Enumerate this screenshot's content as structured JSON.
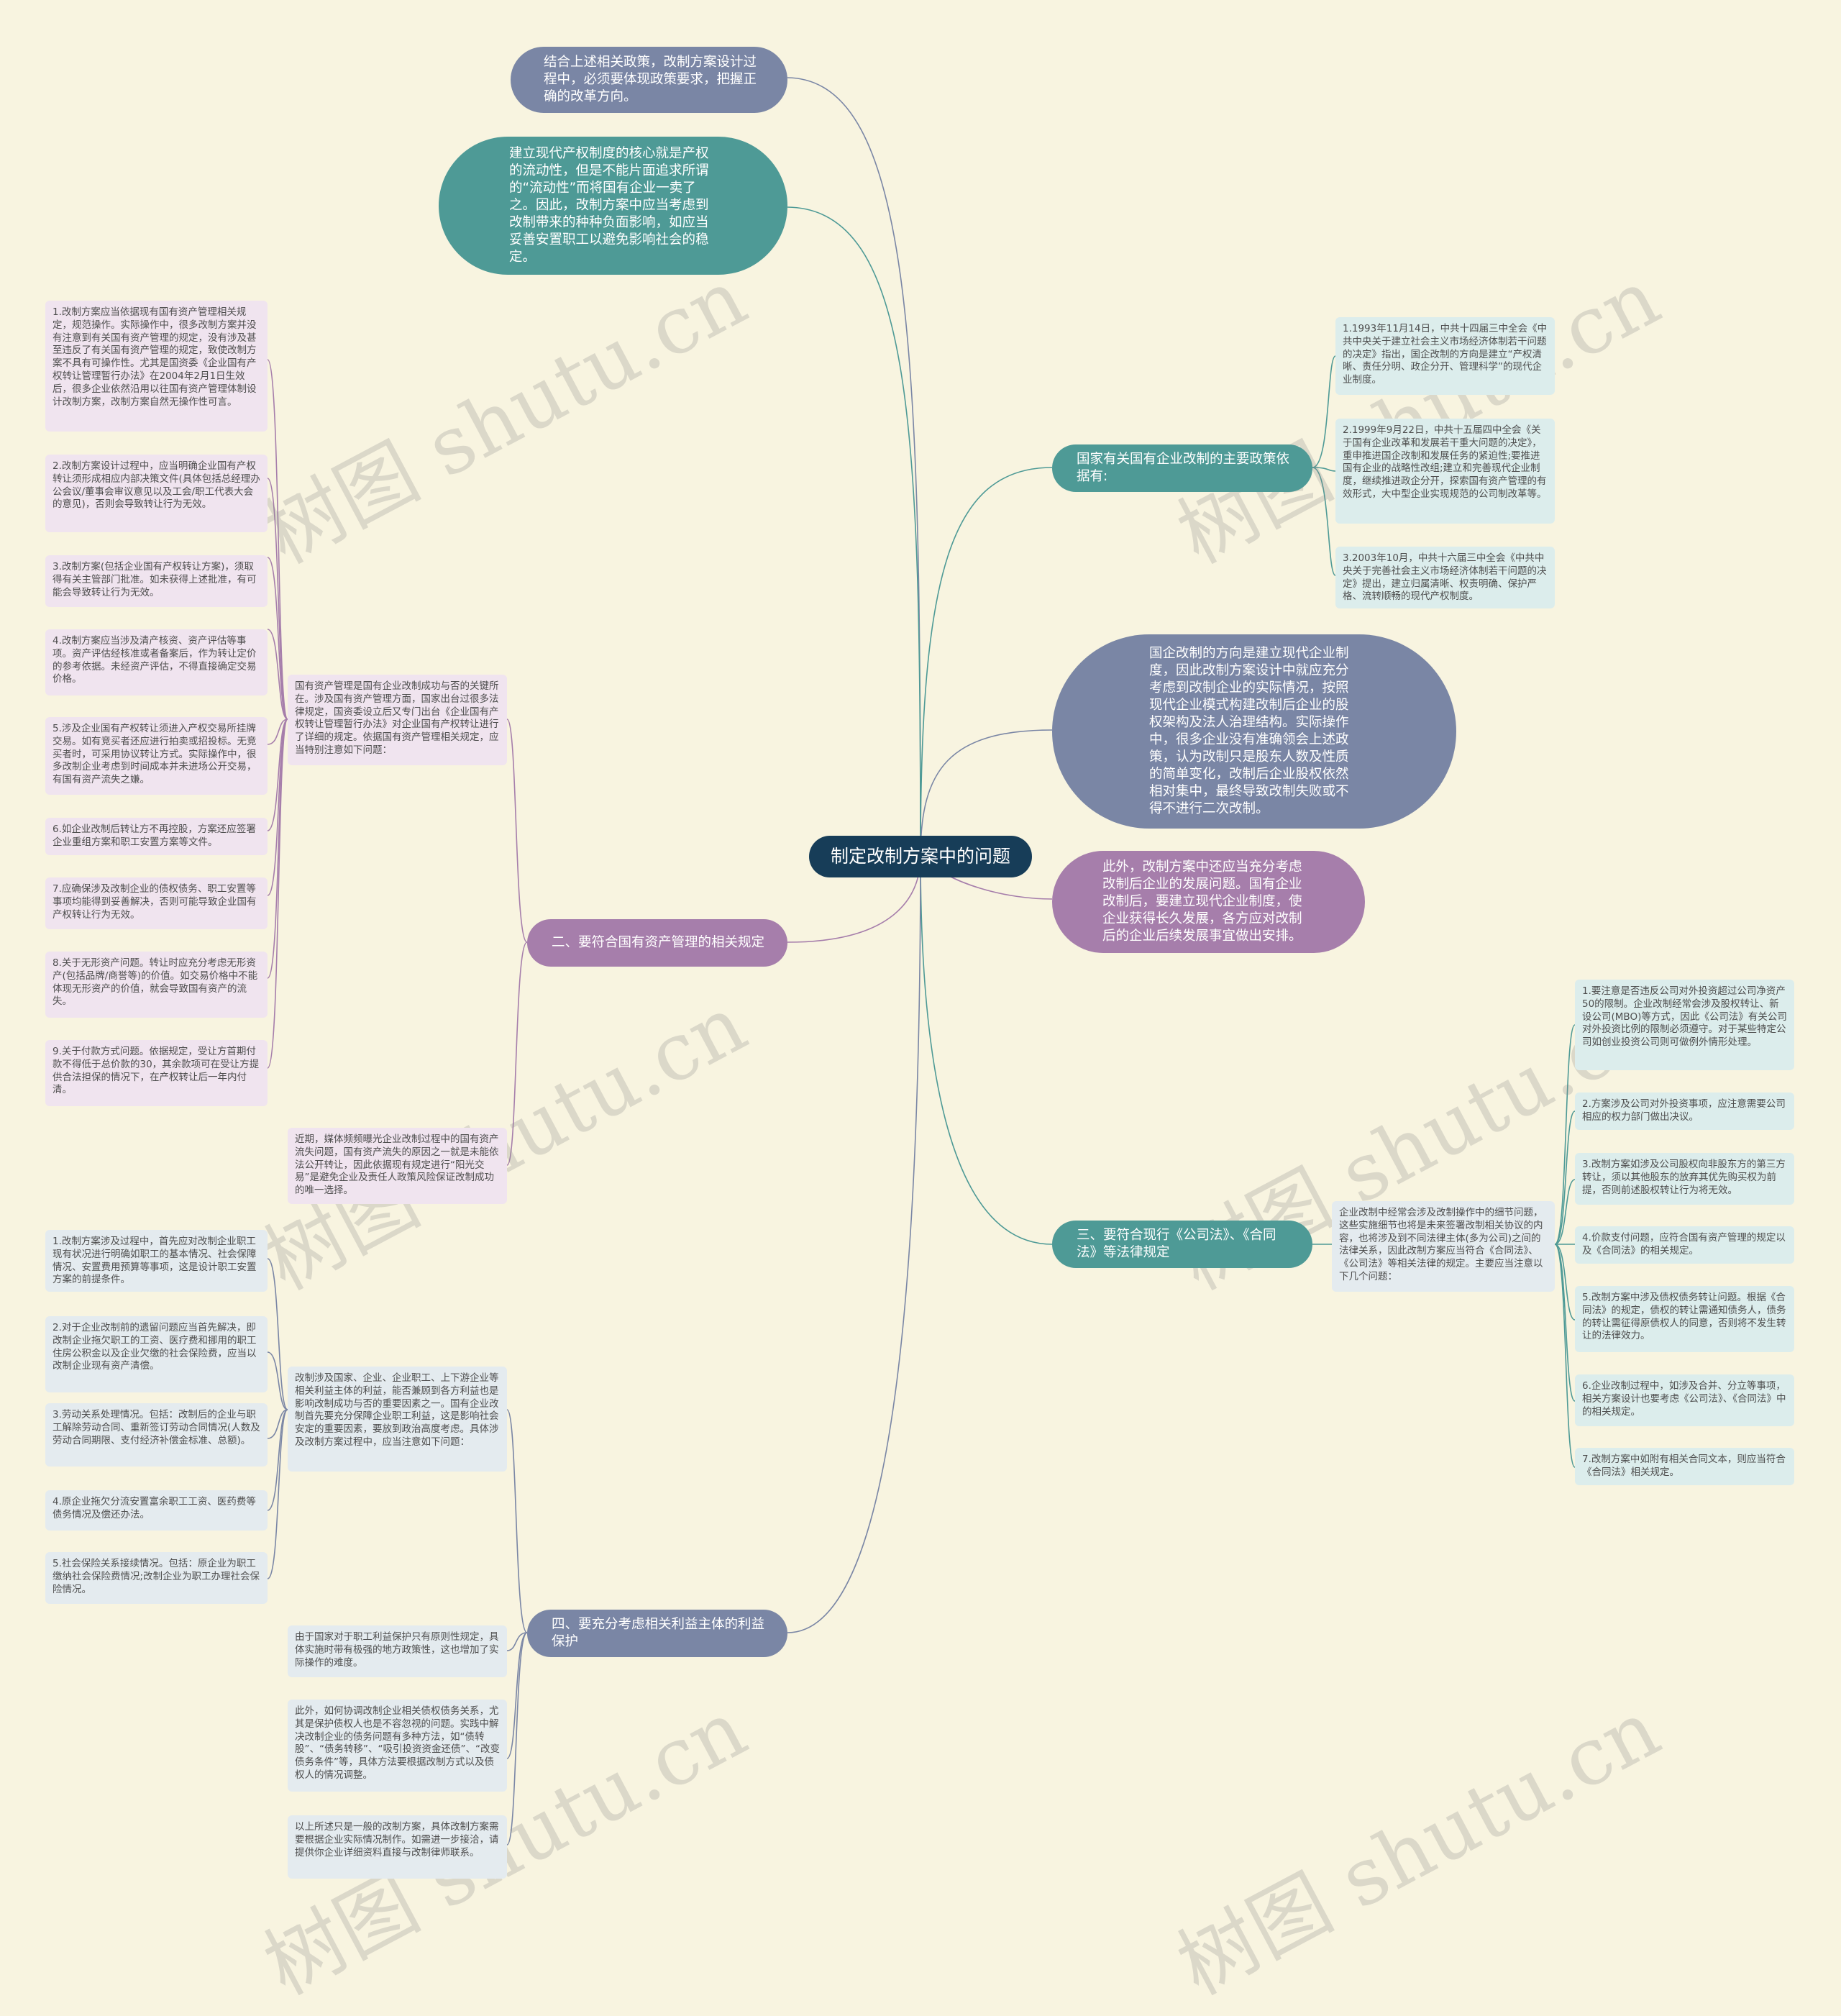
{
  "root": "制定改制方案中的问题",
  "branches": {
    "top1": "结合上述相关政策，改制方案设计过程中，必须要体现政策要求，把握正确的改革方向。",
    "top2": "建立现代产权制度的核心就是产权的流动性，但是不能片面追求所谓的“流动性”而将国有企业一卖了之。因此，改制方案中应当考虑到改制带来的种种负面影响，如应当妥善安置职工以避免影响社会的稳定。",
    "policy": "国家有关国有企业改制的主要政策依据有:",
    "modern": "国企改制的方向是建立现代企业制度，因此改制方案设计中就应充分考虑到改制企业的实际情况，按照现代企业模式构建改制后企业的股权架构及法人治理结构。实际操作中，很多企业没有准确领会上述政策，认为改制只是股东人数及性质的简单变化，改制后企业股权依然相对集中，最终导致改制失败或不得不进行二次改制。",
    "future": "此外，改制方案中还应当充分考虑改制后企业的发展问题。国有企业改制后，要建立现代企业制度，使企业获得长久发展，各方应对改制后的企业后续发展事宜做出安排。",
    "state_asset": "二、要符合国有资产管理的相关规定",
    "company_law": "三、要符合现行《公司法》、《合同法》等法律规定",
    "stakeholder": "四、要充分考虑相关利益主体的利益保护"
  },
  "policy_items": [
    "1.1993年11月14日，中共十四届三中全会《中共中央关于建立社会主义市场经济体制若干问题的决定》指出，国企改制的方向是建立“产权清晰、责任分明、政企分开、管理科学”的现代企业制度。",
    "2.1999年9月22日，中共十五届四中全会《关于国有企业改革和发展若干重大问题的决定》，重申推进国企改制和发展任务的紧迫性;要推进国有企业的战略性改组;建立和完善现代企业制度，继续推进政企分开，探索国有资产管理的有效形式，大中型企业实现规范的公司制改革等。",
    "3.2003年10月，中共十六届三中全会《中共中央关于完善社会主义市场经济体制若干问题的决定》提出，建立归属清晰、权责明确、保护严格、流转顺畅的现代产权制度。"
  ],
  "state_asset_intro": "国有资产管理是国有企业改制成功与否的关键所在。涉及国有资产管理方面，国家出台过很多法律规定，国资委设立后又专门出台《企业国有产权转让管理暂行办法》对企业国有产权转让进行了详细的规定。依据国有资产管理相关规定，应当特别注意如下问题：",
  "state_asset_items": [
    "1.改制方案应当依据现有国有资产管理相关规定，规范操作。实际操作中，很多改制方案并没有注意到有关国有资产管理的规定，没有涉及甚至违反了有关国有资产管理的规定，致使改制方案不具有可操作性。尤其是国资委《企业国有产权转让管理暂行办法》在2004年2月1日生效后，很多企业依然沿用以往国有资产管理体制设计改制方案，改制方案自然无操作性可言。",
    "2.改制方案设计过程中，应当明确企业国有产权转让须形成相应内部决策文件(具体包括总经理办公会议/董事会审议意见以及工会/职工代表大会的意见)，否则会导致转让行为无效。",
    "3.改制方案(包括企业国有产权转让方案)，须取得有关主管部门批准。如未获得上述批准，有可能会导致转让行为无效。",
    "4.改制方案应当涉及清产核资、资产评估等事项。资产评估经核准或者备案后，作为转让定价的参考依据。未经资产评估，不得直接确定交易价格。",
    "5.涉及企业国有产权转让须进入产权交易所挂牌交易。如有竞买者还应进行拍卖或招投标。无竞买者时，可采用协议转让方式。实际操作中，很多改制企业考虑到时间成本并未进场公开交易，有国有资产流失之嫌。",
    "6.如企业改制后转让方不再控股，方案还应签署企业重组方案和职工安置方案等文件。",
    "7.应确保涉及改制企业的债权债务、职工安置等事项均能得到妥善解决，否则可能导致企业国有产权转让行为无效。",
    "8.关于无形资产问题。转让时应充分考虑无形资产(包括品牌/商誉等)的价值。如交易价格中不能体现无形资产的价值，就会导致国有资产的流失。",
    "9.关于付款方式问题。依据规定，受让方首期付款不得低于总价款的30，其余款项可在受让方提供合法担保的情况下，在产权转让后一年内付清。"
  ],
  "state_asset_note": "近期，媒体频频曝光企业改制过程中的国有资产流失问题，国有资产流失的原因之一就是未能依法公开转让，因此依据现有规定进行“阳光交易”是避免企业及责任人政策风险保证改制成功的唯一选择。",
  "company_law_intro": "企业改制中经常会涉及改制操作中的细节问题，这些实施细节也将是未来签署改制相关协议的内容，也将涉及到不同法律主体(多为公司)之间的法律关系，因此改制方案应当符合《合同法》、《公司法》等相关法律的规定。主要应当注意以下几个问题：",
  "company_law_items": [
    "1.要注意是否违反公司对外投资超过公司净资产50的限制。企业改制经常会涉及股权转让、新设公司(MBO)等方式，因此《公司法》有关公司对外投资比例的限制必须遵守。对于某些特定公司如创业投资公司则可做例外情形处理。",
    "2.方案涉及公司对外投资事项，应注意需要公司相应的权力部门做出决议。",
    "3.改制方案如涉及公司股权向非股东方的第三方转让，须以其他股东的放弃其优先购买权为前提，否则前述股权转让行为将无效。",
    "4.价款支付问题，应符合国有资产管理的规定以及《合同法》的相关规定。",
    "5.改制方案中涉及债权债务转让问题。根据《合同法》的规定，债权的转让需通知债务人，债务的转让需征得原债权人的同意，否则将不发生转让的法律效力。",
    "6.企业改制过程中，如涉及合并、分立等事项，相关方案设计也要考虑《公司法》、《合同法》中的相关规定。",
    "7.改制方案中如附有相关合同文本，则应当符合《合同法》相关规定。"
  ],
  "stakeholder_items": [
    "1.改制方案涉及过程中，首先应对改制企业职工现有状况进行明确如职工的基本情况、社会保障情况、安置费用预算等事项，这是设计职工安置方案的前提条件。",
    "2.对于企业改制前的遗留问题应当首先解决，即改制企业拖欠职工的工资、医疗费和挪用的职工住房公积金以及企业欠缴的社会保险费，应当以改制企业现有资产清偿。",
    "3.劳动关系处理情况。包括：改制后的企业与职工解除劳动合同、重新签订劳动合同情况(人数及劳动合同期限、支付经济补偿金标准、总额)。",
    "4.原企业拖欠分流安置富余职工工资、医药费等债务情况及偿还办法。",
    "5.社会保险关系接续情况。包括：原企业为职工缴纳社会保险费情况;改制企业为职工办理社会保险情况。"
  ],
  "stakeholder_intro": "改制涉及国家、企业、企业职工、上下游企业等相关利益主体的利益，能否兼顾到各方利益也是影响改制成功与否的重要因素之一。国有企业改制首先要充分保障企业职工利益，这是影响社会安定的重要因素，要放到政治高度考虑。具体涉及改制方案过程中，应当注意如下问题：",
  "stakeholder_notes": [
    "由于国家对于职工利益保护只有原则性规定，具体实施时带有极强的地方政策性，这也增加了实际操作的难度。",
    "此外，如何协调改制企业相关债权债务关系，尤其是保护债权人也是不容忽视的问题。实践中解决改制企业的债务问题有多种方法，如“债转股”、“债务转移”、“吸引投资资金还债”、“改变债务条件”等，具体方法要根据改制方式以及债权人的情况调整。",
    "以上所述只是一般的改制方案，具体改制方案需要根据企业实际情况制作。如需进一步接洽，请提供你企业详细资料直接与改制律师联系。"
  ],
  "watermark": "树图 shutu.cn",
  "colors": {
    "background": "#f8f4e0",
    "root": "#173d58",
    "slate": "#7a86a5",
    "teal": "#4e9a96",
    "mauve": "#a67eab",
    "lavender_card": "#f0e4ef",
    "blue_card": "#e4ebef",
    "aqua_card": "#dcedec"
  }
}
